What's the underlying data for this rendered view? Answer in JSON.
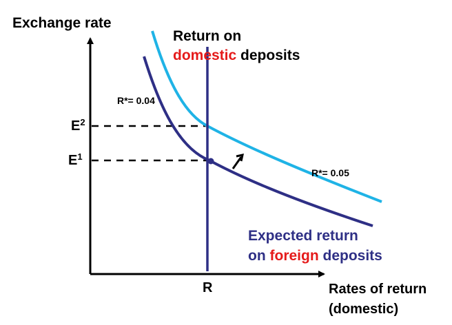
{
  "axes": {
    "y_label": "Exchange rate",
    "x_label_line1": "Rates of return",
    "x_label_line2": "(domestic)"
  },
  "ticks": {
    "e2_base": "E",
    "e2_sup": "2",
    "e1_base": "E",
    "e1_sup": "1",
    "r": "R"
  },
  "domestic_label": {
    "line1": "Return on",
    "line2_highlight": "domestic",
    "line2_rest": " deposits"
  },
  "foreign_label": {
    "line1": "Expected return",
    "line2_start": "on ",
    "line2_highlight": "foreign",
    "line2_rest": " deposits"
  },
  "curve_labels": {
    "r_star_low": "R*= 0.04",
    "r_star_high": "R*= 0.05"
  },
  "colors": {
    "domestic_line": "#2e2f85",
    "foreign_curve_low": "#2e2f85",
    "foreign_curve_high": "#1fb3e6",
    "highlight_text": "#e51a1a",
    "axes": "#000000"
  }
}
